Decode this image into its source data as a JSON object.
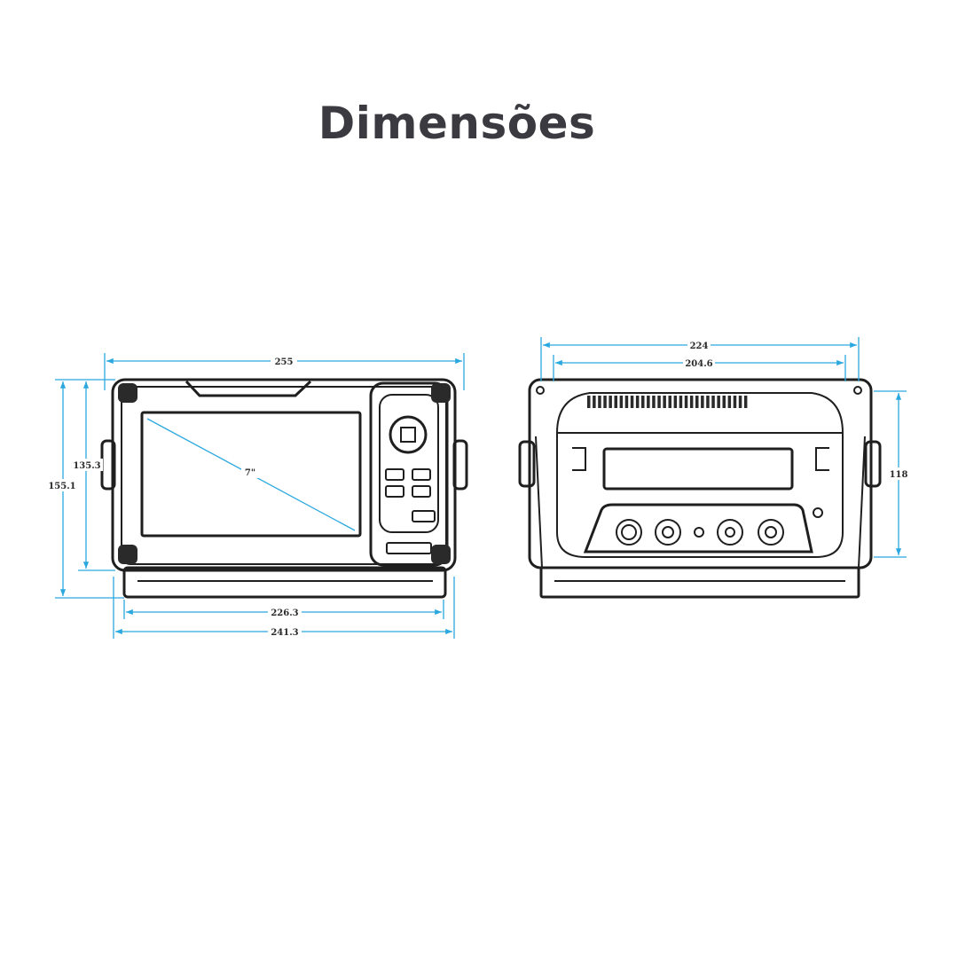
{
  "title": "Dimensões",
  "front_view": {
    "overall_width": "255",
    "height_with_bracket": "155.1",
    "body_height": "135.3",
    "base_width": "226.3",
    "bracket_width": "241.3",
    "screen_size": "7\""
  },
  "back_view": {
    "overall_width": "224",
    "inner_width": "204.6",
    "height": "118"
  },
  "colors": {
    "dimension": "#2aa8df",
    "outline": "#1f1f1f",
    "title": "#3b3a40"
  }
}
